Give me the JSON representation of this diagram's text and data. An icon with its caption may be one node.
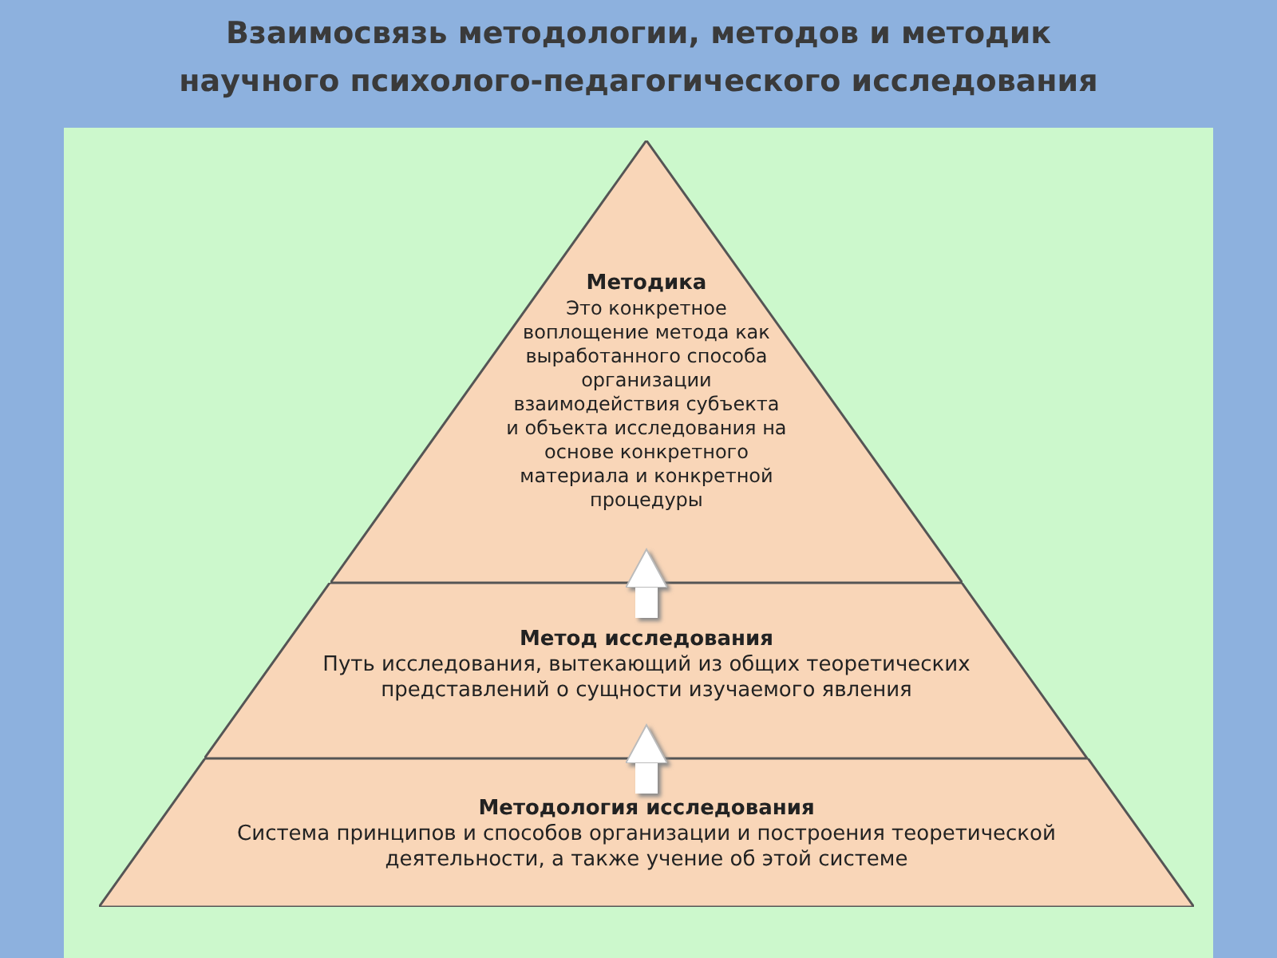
{
  "diagram": {
    "title": "Взаимосвязь методологии, методов и методик научного психолого-педагогического исследования",
    "nodes": [
      {
        "text": [
          "Методика",
          "Это конкретное воплощение метода как выработанного способа организации взаимодействия субъекта и объекта исследования на основе конкретного материала и конкретной процедуры"
        ]
      },
      {
        "text": [
          "Метод исследования",
          "Путь исследования, вытекающий из общих теоретических представлений о сущности изучаемого явления"
        ]
      },
      {
        "text": [
          "Методология исследования",
          "Система принципов и способов организации и построения теоретической деятельности, а также учение об этой системе"
        ]
      }
    ],
    "edges": [
      {
        "from": 2,
        "to": 1,
        "arrow": "to"
      },
      {
        "from": 1,
        "to": 0,
        "arrow": "to"
      }
    ]
  }
}
